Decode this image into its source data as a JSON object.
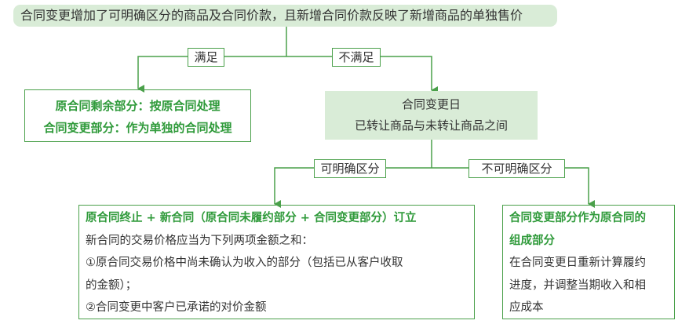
{
  "top": {
    "text": "合同变更增加了可明确区分的商品及合同价款，且新增合同价款反映了新增商品的单独售价"
  },
  "branch1": {
    "yes_label": "满足",
    "no_label": "不满足"
  },
  "left_box": {
    "line1": "原合同剩余部分：按原合同处理",
    "line2": "合同变更部分：作为单独的合同处理"
  },
  "mid_box": {
    "line1": "合同变更日",
    "line2": "已转让商品与未转让商品之间"
  },
  "branch2": {
    "yes_label": "可明确区分",
    "no_label": "不可明确区分"
  },
  "bottom_left": {
    "title": "原合同终止 + 新合同（原合同未履约部分 + 合同变更部分）订立",
    "line1": "新合同的交易价格应当为下列两项金额之和：",
    "line2": "①原合同交易价格中尚未确认为收入的部分（包括已从客户收取",
    "line3": "的金额）；",
    "line4": "②合同变更中客户已承诺的对价金额"
  },
  "bottom_right": {
    "title1": "合同变更部分作为原合同的",
    "title2": "组成部分",
    "line1": "在合同变更日重新计算履约",
    "line2": "进度，并调整当期收入和相",
    "line3": "应成本"
  },
  "colors": {
    "accent": "#4aa04a",
    "fill": "#d9ecd7",
    "title_text": "#2f9a3a"
  }
}
